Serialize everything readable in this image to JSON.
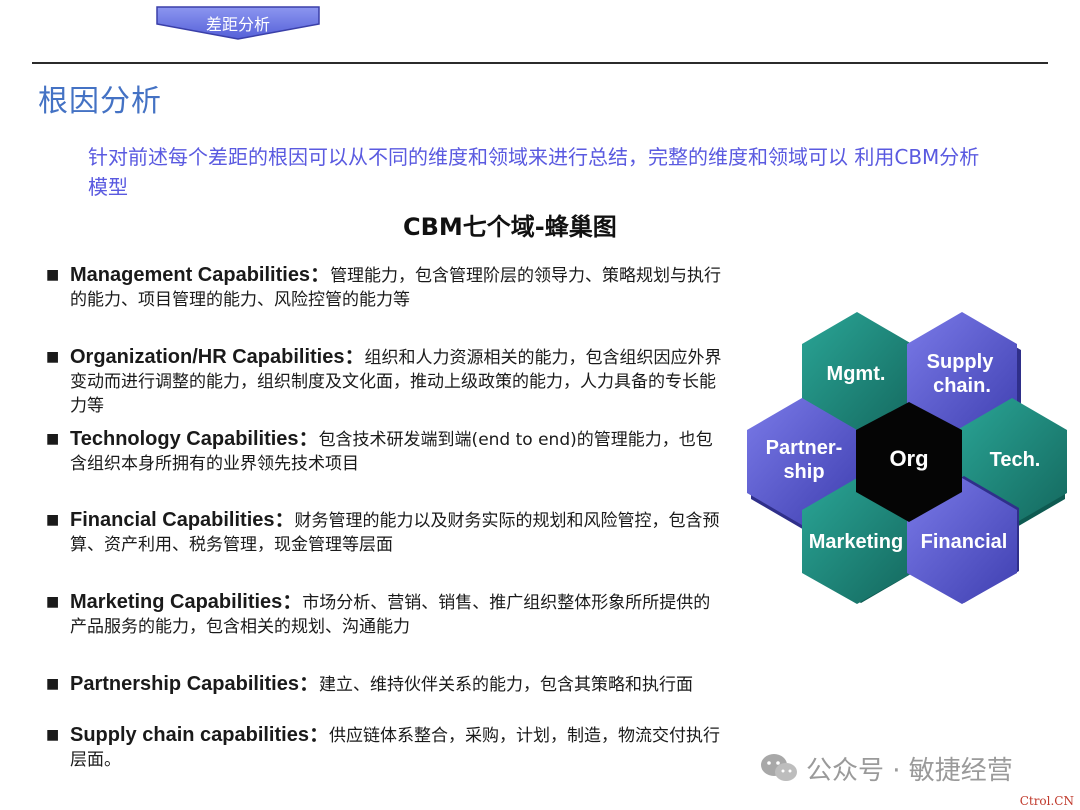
{
  "tab": {
    "label": "差距分析"
  },
  "page": {
    "title": "根因分析",
    "intro": "针对前述每个差距的根因可以从不同的维度和领域来进行总结，完整的维度和领域可以 利用CBM分析模型",
    "heading": "CBM七个域-蜂巢图"
  },
  "capabilities": [
    {
      "name": "Management Capabilities：",
      "desc": "管理能力，包含管理阶层的领导力、策略规划与执行的能力、项目管理的能力、风险控管的能力等"
    },
    {
      "name": "Organization/HR Capabilities：",
      "desc": "组织和人力资源相关的能力，包含组织因应外界变动而进行调整的能力，组织制度及文化面，推动上级政策的能力，人力具备的专长能力等"
    },
    {
      "name": "Technology Capabilities：",
      "desc": "包含技术研发端到端(end to end)的管理能力，也包含组织本身所拥有的业界领先技术项目"
    },
    {
      "name": "Financial Capabilities：",
      "desc": "财务管理的能力以及财务实际的规划和风险管控，包含预算、资产利用、税务管理，现金管理等层面"
    },
    {
      "name": "Marketing Capabilities：",
      "desc": "市场分析、营销、销售、推广组织整体形象所所提供的产品服务的能力，包含相关的规划、沟通能力"
    },
    {
      "name": "Partnership Capabilities：",
      "desc": "建立、维持伙伴关系的能力，包含其策略和执行面"
    },
    {
      "name": "Supply chain capabilities：",
      "desc": "供应链体系整合，采购，计划，制造，物流交付执行层面。"
    }
  ],
  "honeycomb": {
    "center": "Org",
    "mgmt": "Mgmt.",
    "supply_1": "Supply",
    "supply_2": "chain.",
    "partner_1": "Partner-",
    "partner_2": "ship",
    "tech": "Tech.",
    "marketing": "Marketing",
    "financial": "Financial",
    "colors": {
      "teal": "#1f8a7d",
      "purple": "#5b5bd6",
      "center": "#0a0a0a"
    }
  },
  "watermark": {
    "text": "公众号 · 敏捷经营",
    "icon": "wechat-icon"
  },
  "corner": "Ctrol.CN"
}
